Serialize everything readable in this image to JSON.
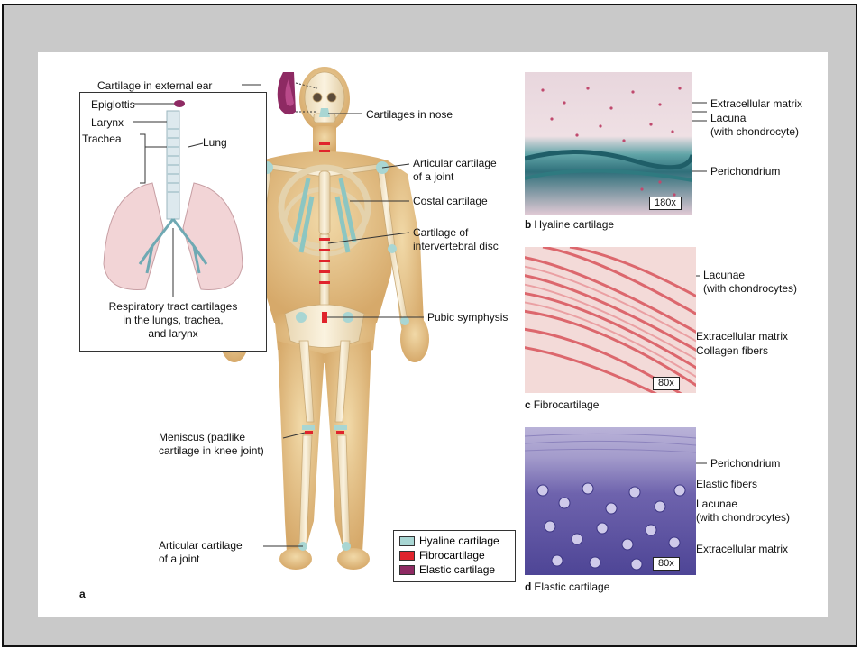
{
  "figure": {
    "panel_a_letter": "a",
    "labels": {
      "ear": "Cartilage in external ear",
      "nose": "Cartilages in nose",
      "articular_shoulder_1": "Articular cartilage",
      "articular_shoulder_2": "of a joint",
      "costal": "Costal cartilage",
      "disc_1": "Cartilage of",
      "disc_2": "intervertebral disc",
      "pubic": "Pubic symphysis",
      "meniscus_1": "Meniscus (padlike",
      "meniscus_2": "cartilage in knee joint)",
      "articular_ankle_1": "Articular cartilage",
      "articular_ankle_2": "of a joint"
    },
    "inset": {
      "epiglottis": "Epiglottis",
      "larynx": "Larynx",
      "trachea": "Trachea",
      "lung": "Lung",
      "caption_1": "Respiratory tract cartilages",
      "caption_2": "in the lungs, trachea,",
      "caption_3": "and larynx"
    },
    "legend": [
      {
        "label": "Hyaline cartilage",
        "color": "#a9d6d3"
      },
      {
        "label": "Fibrocartilage",
        "color": "#e0242c"
      },
      {
        "label": "Elastic cartilage",
        "color": "#8e2a63"
      }
    ],
    "micrographs": {
      "hyaline": {
        "letter": "b",
        "caption": "Hyaline cartilage",
        "magnification": "180x",
        "labels": [
          "Extracellular matrix",
          "Lacuna",
          "(with chondrocyte)",
          "Perichondrium"
        ]
      },
      "fibro": {
        "letter": "c",
        "caption": "Fibrocartilage",
        "magnification": "80x",
        "labels": [
          "Lacunae",
          "(with chondrocytes)",
          "Extracellular matrix",
          "Collagen fibers"
        ]
      },
      "elastic": {
        "letter": "d",
        "caption": "Elastic cartilage",
        "magnification": "80x",
        "labels": [
          "Perichondrium",
          "Elastic fibers",
          "Lacunae",
          "(with chondrocytes)",
          "Extracellular matrix"
        ]
      }
    }
  }
}
